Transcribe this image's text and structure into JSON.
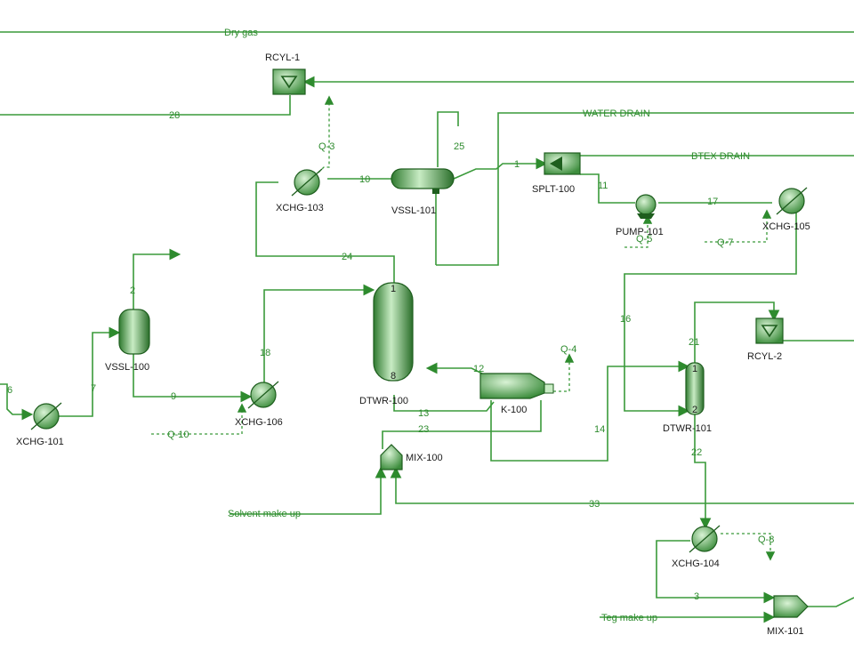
{
  "streams": {
    "dry_gas": "Dry gas",
    "s28": "28",
    "water_drain": "WATER DRAIN",
    "btex_drain": "BTEX DRAIN",
    "s25": "25",
    "s10": "10",
    "s1": "1",
    "s11": "11",
    "s17": "17",
    "s24": "24",
    "s2": "2",
    "s18": "18",
    "s16": "16",
    "s21": "21",
    "s12": "12",
    "s13": "13",
    "s23": "23",
    "s14": "14",
    "s22": "22",
    "s33": "33",
    "s3": "3",
    "s6": "6",
    "s7": "7",
    "s9": "9",
    "solvent": "Solvent make up",
    "teg": "Teg make up"
  },
  "energy": {
    "q3": "Q-3",
    "q4": "Q-4",
    "q5": "Q-5",
    "q7": "Q-7",
    "q8": "Q-8",
    "q10": "Q-10"
  },
  "units": {
    "rcyl1": "RCYL-1",
    "rcyl2": "RCYL-2",
    "xchg103": "XCHG-103",
    "vssl101": "VSSL-101",
    "splt100": "SPLT-100",
    "pump101": "PUMP-101",
    "xchg105": "XCHG-105",
    "vssl100": "VSSL-100",
    "xchg101": "XCHG-101",
    "xchg106": "XCHG-106",
    "dtwr100": "DTWR-100",
    "dtwr100_top": "1",
    "dtwr100_bot": "8",
    "k100": "K-100",
    "mix100": "MIX-100",
    "dtwr101": "DTWR-101",
    "dtwr101_top": "1",
    "dtwr101_bot": "2",
    "xchg104": "XCHG-104",
    "mix101": "MIX-101"
  },
  "colors": {
    "stream": "#3a9a3a",
    "equipment_dark": "#1e5e1e",
    "equipment_light": "#c8ecc4"
  }
}
